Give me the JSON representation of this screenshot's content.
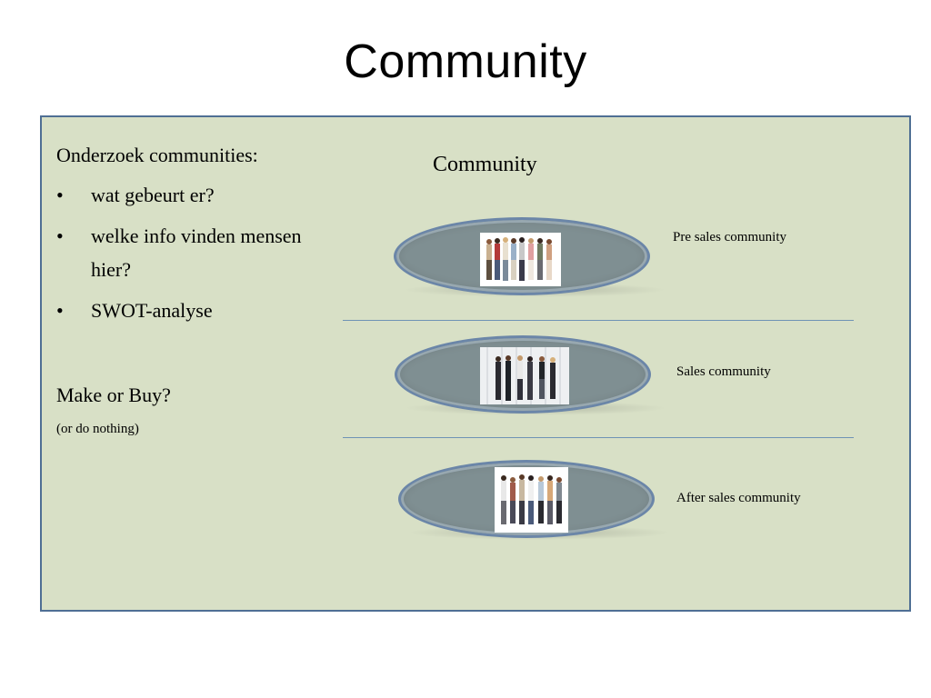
{
  "slide": {
    "title": "Community"
  },
  "left": {
    "intro": "Onderzoek communities:",
    "bullet_glyph": "•",
    "bullets": [
      "wat gebeurt er?",
      "welke info vinden mensen hier?",
      "SWOT-analyse"
    ],
    "make_or_buy": "Make or Buy?",
    "do_nothing": "(or do nothing)"
  },
  "diagram": {
    "title": "Community",
    "stages": [
      {
        "label": "Pre sales community",
        "photo": "casual-group-photo"
      },
      {
        "label": "Sales community",
        "photo": "business-group-photo"
      },
      {
        "label": "After sales community",
        "photo": "team-group-photo"
      }
    ]
  },
  "colors": {
    "panel_fill": "#d8e0c6",
    "panel_border": "#4f6f94",
    "ellipse_fill": "#7f8f92",
    "ellipse_border": "#6b86a8",
    "separator": "#6f93b5"
  }
}
